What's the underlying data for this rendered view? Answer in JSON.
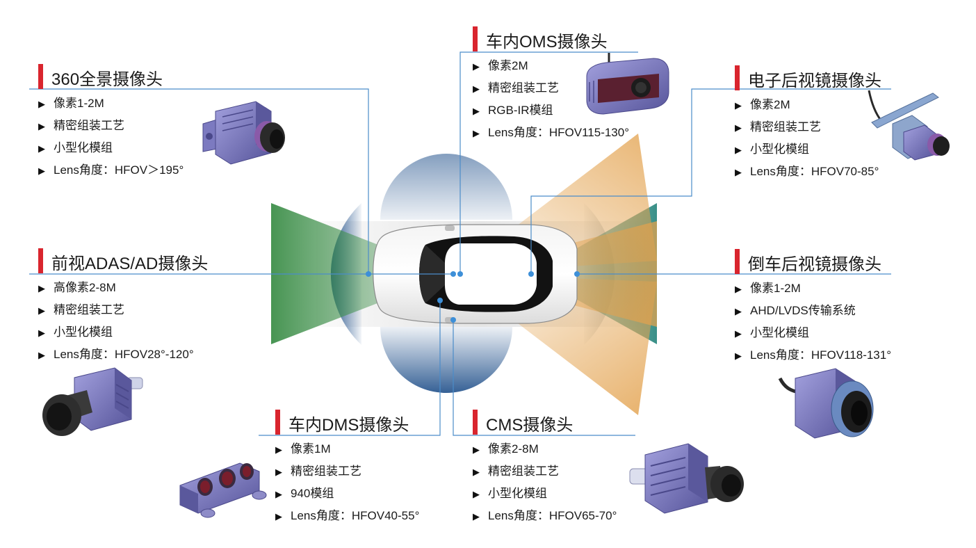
{
  "bullet_glyph": "▶",
  "colors": {
    "accent_bar": "#d9252e",
    "connector_line": "#4a8cc9",
    "marker_dot": "#3d8fd8",
    "fov_green": "#3e8f4a",
    "fov_blue": "#1f4f8a",
    "fov_orange": "#e3a24e",
    "fov_teal": "#2f8a82",
    "camera_body": "#6f6db0"
  },
  "blocks": [
    {
      "id": "surround",
      "title": "360全景摄像头",
      "icon": "surround-camera-icon",
      "features": [
        "像素1-2M",
        "精密组装工艺",
        "小型化模组",
        "Lens角度：HFOV＞195°"
      ]
    },
    {
      "id": "front",
      "title": "前视ADAS/AD摄像头",
      "icon": "front-camera-icon",
      "features": [
        "高像素2-8M",
        "精密组装工艺",
        "小型化模组",
        "Lens角度：HFOV28°-120°"
      ]
    },
    {
      "id": "dms",
      "title": "车内DMS摄像头",
      "icon": "dms-camera-icon",
      "features": [
        "像素1M",
        "精密组装工艺",
        "940模组",
        "Lens角度：HFOV40-55°"
      ]
    },
    {
      "id": "oms",
      "title": "车内OMS摄像头",
      "icon": "oms-camera-icon",
      "features": [
        "像素2M",
        "精密组装工艺",
        "RGB-IR模组",
        "Lens角度：HFOV115-130°"
      ]
    },
    {
      "id": "cms",
      "title": "CMS摄像头",
      "icon": "cms-camera-icon",
      "features": [
        "像素2-8M",
        "精密组装工艺",
        "小型化模组",
        "Lens角度：HFOV65-70°"
      ]
    },
    {
      "id": "mirror",
      "title": "电子后视镜摄像头",
      "icon": "mirror-camera-icon",
      "features": [
        "像素2M",
        "精密组装工艺",
        "小型化模组",
        "Lens角度：HFOV70-85°"
      ]
    },
    {
      "id": "rear",
      "title": "倒车后视镜摄像头",
      "icon": "rear-camera-icon",
      "features": [
        "像素1-2M",
        "AHD/LVDS传输系统",
        "小型化模组",
        "Lens角度：HFOV118-131°"
      ]
    }
  ]
}
